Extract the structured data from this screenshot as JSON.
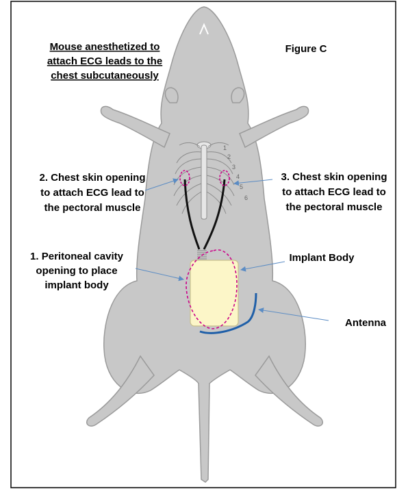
{
  "title": {
    "lines": [
      "Mouse anesthetized to",
      "attach ECG leads to the",
      "chest subcutaneously"
    ]
  },
  "figure_label": "Figure C",
  "labels": {
    "chest_left": [
      "2. Chest skin opening",
      "to attach ECG lead to",
      "the pectoral muscle"
    ],
    "chest_right": [
      "3. Chest skin opening",
      "to attach ECG lead to",
      "the pectoral muscle"
    ],
    "peritoneal": [
      "1. Peritoneal cavity",
      "opening to place",
      "implant body"
    ],
    "implant": "Implant Body",
    "antenna": "Antenna"
  },
  "rib_numbers": [
    "1",
    "2",
    "3",
    "4",
    "5",
    "6"
  ],
  "colors": {
    "border": "#000000",
    "body": "#c8c8c8",
    "body_outline": "#9a9a9a",
    "skeleton": "#e6e6e6",
    "skeleton_outline": "#8c8c8c",
    "implant_fill": "#fcf6c8",
    "implant_stroke": "#c8c08a",
    "incision": "#cc0088",
    "leads": "#111111",
    "antenna": "#1f5fa8",
    "arrow": "#5b8cc4"
  }
}
